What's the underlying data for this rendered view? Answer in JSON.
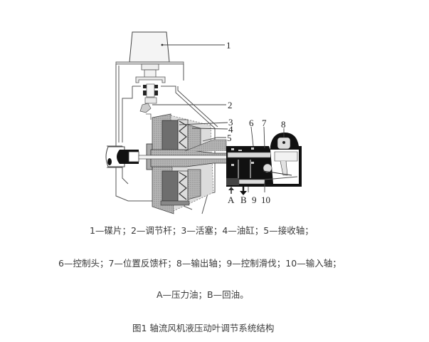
{
  "figure": {
    "callouts": [
      {
        "id": "1",
        "label": "1"
      },
      {
        "id": "2",
        "label": "2"
      },
      {
        "id": "3",
        "label": "3"
      },
      {
        "id": "4",
        "label": "4"
      },
      {
        "id": "5",
        "label": "5"
      },
      {
        "id": "6",
        "label": "6"
      },
      {
        "id": "7",
        "label": "7"
      },
      {
        "id": "8",
        "label": "8"
      },
      {
        "id": "9",
        "label": "9"
      },
      {
        "id": "10",
        "label": "10"
      },
      {
        "id": "A",
        "label": "A"
      },
      {
        "id": "B",
        "label": "B"
      }
    ],
    "colors": {
      "dark_fill": "#111111",
      "piston_fill": "#6e6e6e",
      "hatch_fill": "#a8a8a8",
      "light_fill": "#d9d9d9",
      "line": "#333333"
    }
  },
  "legend": {
    "line1": "1—碟片；2—调节杆；3—活塞；4—油缸；5—接收轴；",
    "line2": "6—控制头；7—位置反馈杆；8—输出轴；9—控制滑伐；10—输入轴；",
    "line3": "A—压力油；B—回油。"
  },
  "caption": "图1 轴流风机液压动叶调节系统结构"
}
